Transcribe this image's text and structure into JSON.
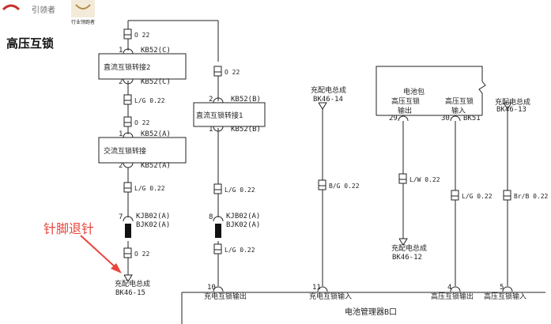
{
  "header": {
    "logo_text": "引领者",
    "logo_badge": "行业领跑者"
  },
  "title": "高压互锁",
  "annotation": "针脚退针",
  "colors": {
    "line": "#222222",
    "annotation": "#e8453c",
    "logo": "#c9302c"
  },
  "blocks": {
    "dc_interlock_2": {
      "label": "直流互锁转接2",
      "top_pin": "1",
      "top_code": "KB52(C)",
      "bottom_pin": "2",
      "bottom_code": "KB52(C)"
    },
    "ac_interlock": {
      "label": "交流互锁转接",
      "top_pin": "1",
      "top_code": "KB52(A)",
      "bottom_pin": "2",
      "bottom_code": "KB52(A)"
    },
    "dc_interlock_1": {
      "label": "直流互锁转接1",
      "top_pin": "2",
      "top_code": "KB52(B)",
      "bottom_pin": "1",
      "bottom_code": "KB52(B)"
    },
    "battery_pack": {
      "label_1": "电池包",
      "label_2": "高压互锁",
      "label_3": "输出",
      "pin_out": "29",
      "label_4": "高压互锁",
      "label_5": "输入",
      "pin_in": "30",
      "code": "BK51"
    }
  },
  "wires": {
    "w1": "O 22",
    "w2": "L/G 0.22",
    "w3": "O 22",
    "w4": "L/G 0.22",
    "w5": "O 22",
    "w6": "O 22",
    "w7": "L/G 0.22",
    "w8": "L/G 0.22",
    "w9": "B/G 0.22",
    "w10": "L/W 0.22",
    "w11": "L/G 0.22",
    "w12": "Br/B 0.22"
  },
  "connectors": {
    "left_pin": "7",
    "left_code_1": "KJB02(A)",
    "left_code_2": "BJK02(A)",
    "mid_pin": "8",
    "mid_code_1": "KJB02(A)",
    "mid_code_2": "BJK02(A)"
  },
  "harness": {
    "bk46_15_label": "充配电总成",
    "bk46_15_code": "BK46-15",
    "bk46_14_label": "充配电总成",
    "bk46_14_code": "BK46-14",
    "bk46_12_label": "充配电总成",
    "bk46_12_code": "BK46-12",
    "bk46_13_label": "充配电总成",
    "bk46_13_code": "BK46-13"
  },
  "bms": {
    "title": "电池管理器B口",
    "pins": [
      {
        "num": "10",
        "label": "充电互锁输出"
      },
      {
        "num": "11",
        "label": "充电互锁输入"
      },
      {
        "num": "4",
        "label": "高压互锁输出"
      },
      {
        "num": "5",
        "label": "高压互锁输入"
      }
    ]
  }
}
